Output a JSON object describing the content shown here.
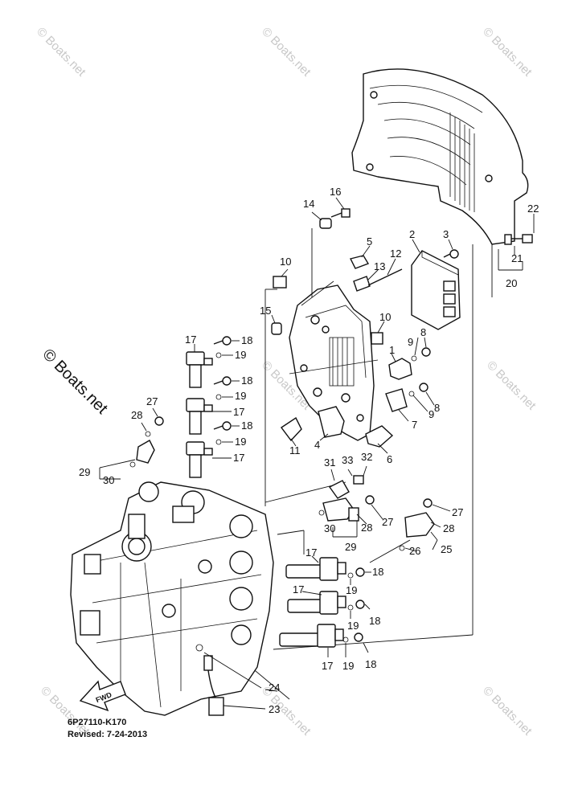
{
  "watermark": "© Boats.net",
  "side_watermark": "© Boats.net",
  "diagram_code": "6P27110-K170",
  "revised": "Revised: 7-24-2013",
  "fwd_label": "FWD",
  "callouts": {
    "c1": "1",
    "c2": "2",
    "c3": "3",
    "c4": "4",
    "c5": "5",
    "c6": "6",
    "c7": "7",
    "c8a": "8",
    "c8b": "8",
    "c9a": "9",
    "c9b": "9",
    "c10a": "10",
    "c10b": "10",
    "c11": "11",
    "c12": "12",
    "c13": "13",
    "c14": "14",
    "c15": "15",
    "c16": "16",
    "c17a": "17",
    "c17b": "17",
    "c17c": "17",
    "c17d": "17",
    "c17e": "17",
    "c17f": "17",
    "c18a": "18",
    "c18b": "18",
    "c18c": "18",
    "c18d": "18",
    "c18e": "18",
    "c18f": "18",
    "c19a": "19",
    "c19b": "19",
    "c19c": "19",
    "c19d": "19",
    "c19e": "19",
    "c19f": "19",
    "c20": "20",
    "c21": "21",
    "c22": "22",
    "c23": "23",
    "c24": "24",
    "c25": "25",
    "c26": "26",
    "c27a": "27",
    "c27b": "27",
    "c27c": "27",
    "c28a": "28",
    "c28b": "28",
    "c28c": "28",
    "c29a": "29",
    "c29b": "29",
    "c30a": "30",
    "c30b": "30",
    "c31": "31",
    "c32": "32",
    "c33": "33"
  }
}
